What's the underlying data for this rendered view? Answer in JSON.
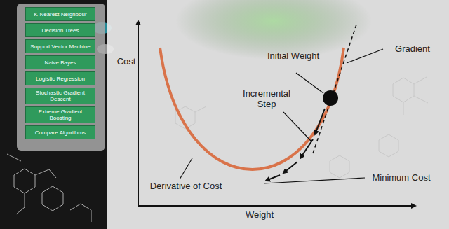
{
  "diagram": {
    "nodes": [
      {
        "text": [
          "K-Nearest Neighbour"
        ]
      },
      {
        "text": [
          "Decision Trees"
        ]
      },
      {
        "text": [
          "Support Vector Machine"
        ]
      },
      {
        "text": [
          "Naive Bayes"
        ]
      },
      {
        "text": [
          "Logistic Regression"
        ]
      },
      {
        "text": [
          "Stochastic Gradient Descent"
        ]
      },
      {
        "text": [
          "Extreme Gradient Boosting"
        ]
      },
      {
        "text": [
          "Compare Algorithms"
        ]
      }
    ],
    "labels": [
      "Cost",
      "Initial Weight",
      "Gradient",
      "Incremental Step",
      "Derivative of Cost",
      "Minimum Cost",
      "Weight"
    ]
  }
}
